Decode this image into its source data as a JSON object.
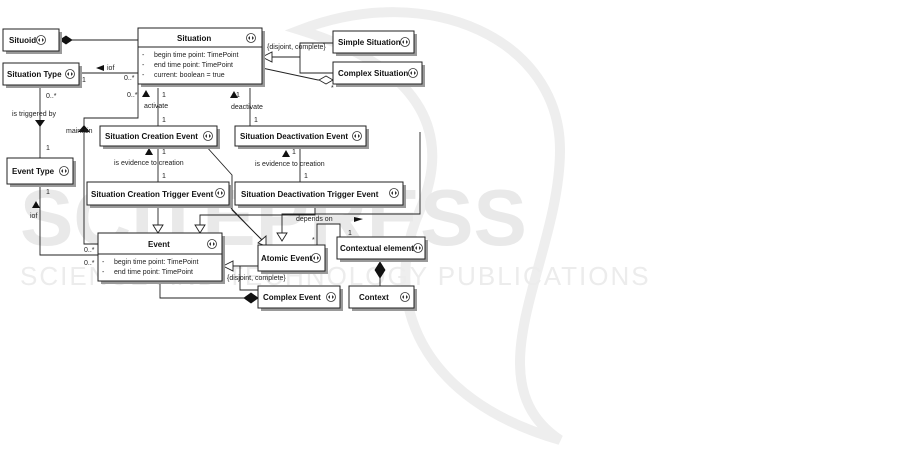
{
  "watermark": {
    "main": "SCITEPRESS",
    "sub": "SCIENCE AND TECHNOLOGY PUBLICATIONS"
  },
  "classes": {
    "situoid": "Situoid",
    "situation": "Situation",
    "situation_attrs": [
      "begin time point: TimePoint",
      "end time point: TimePoint",
      "current: boolean = true"
    ],
    "simple_situation": "Simple Situation",
    "complex_situation": "Complex Situation",
    "situation_type": "Situation Type",
    "event_type": "Event Type",
    "situation_creation_event": "Situation Creation Event",
    "situation_deactivation_event": "Situation Deactivation Event",
    "situation_creation_trigger_event": "Situation Creation Trigger Event",
    "situation_deactivation_trigger_event": "Situation Deactivation Trigger Event",
    "event": "Event",
    "event_attrs": [
      "begin time point: TimePoint",
      "end time point: TimePoint"
    ],
    "atomic_event": "Atomic Event",
    "contextual_element": "Contextual element",
    "complex_event": "Complex Event",
    "context": "Context"
  },
  "labels": {
    "disjoint_complete_top": "{disjoint, complete}",
    "disjoint_complete_bottom": "{disjoint, complete}",
    "iof_top": "iof",
    "iof_left": "iof",
    "is_triggered_by": "is triggered by",
    "maintain": "maintain",
    "activate": "activate",
    "deactivate": "deactivate",
    "is_evidence_left": "is evidence to creation",
    "is_evidence_right": "is evidence to creation",
    "depends_on": "depends on",
    "one": "1",
    "zero_many": "0..*",
    "many": "*"
  }
}
